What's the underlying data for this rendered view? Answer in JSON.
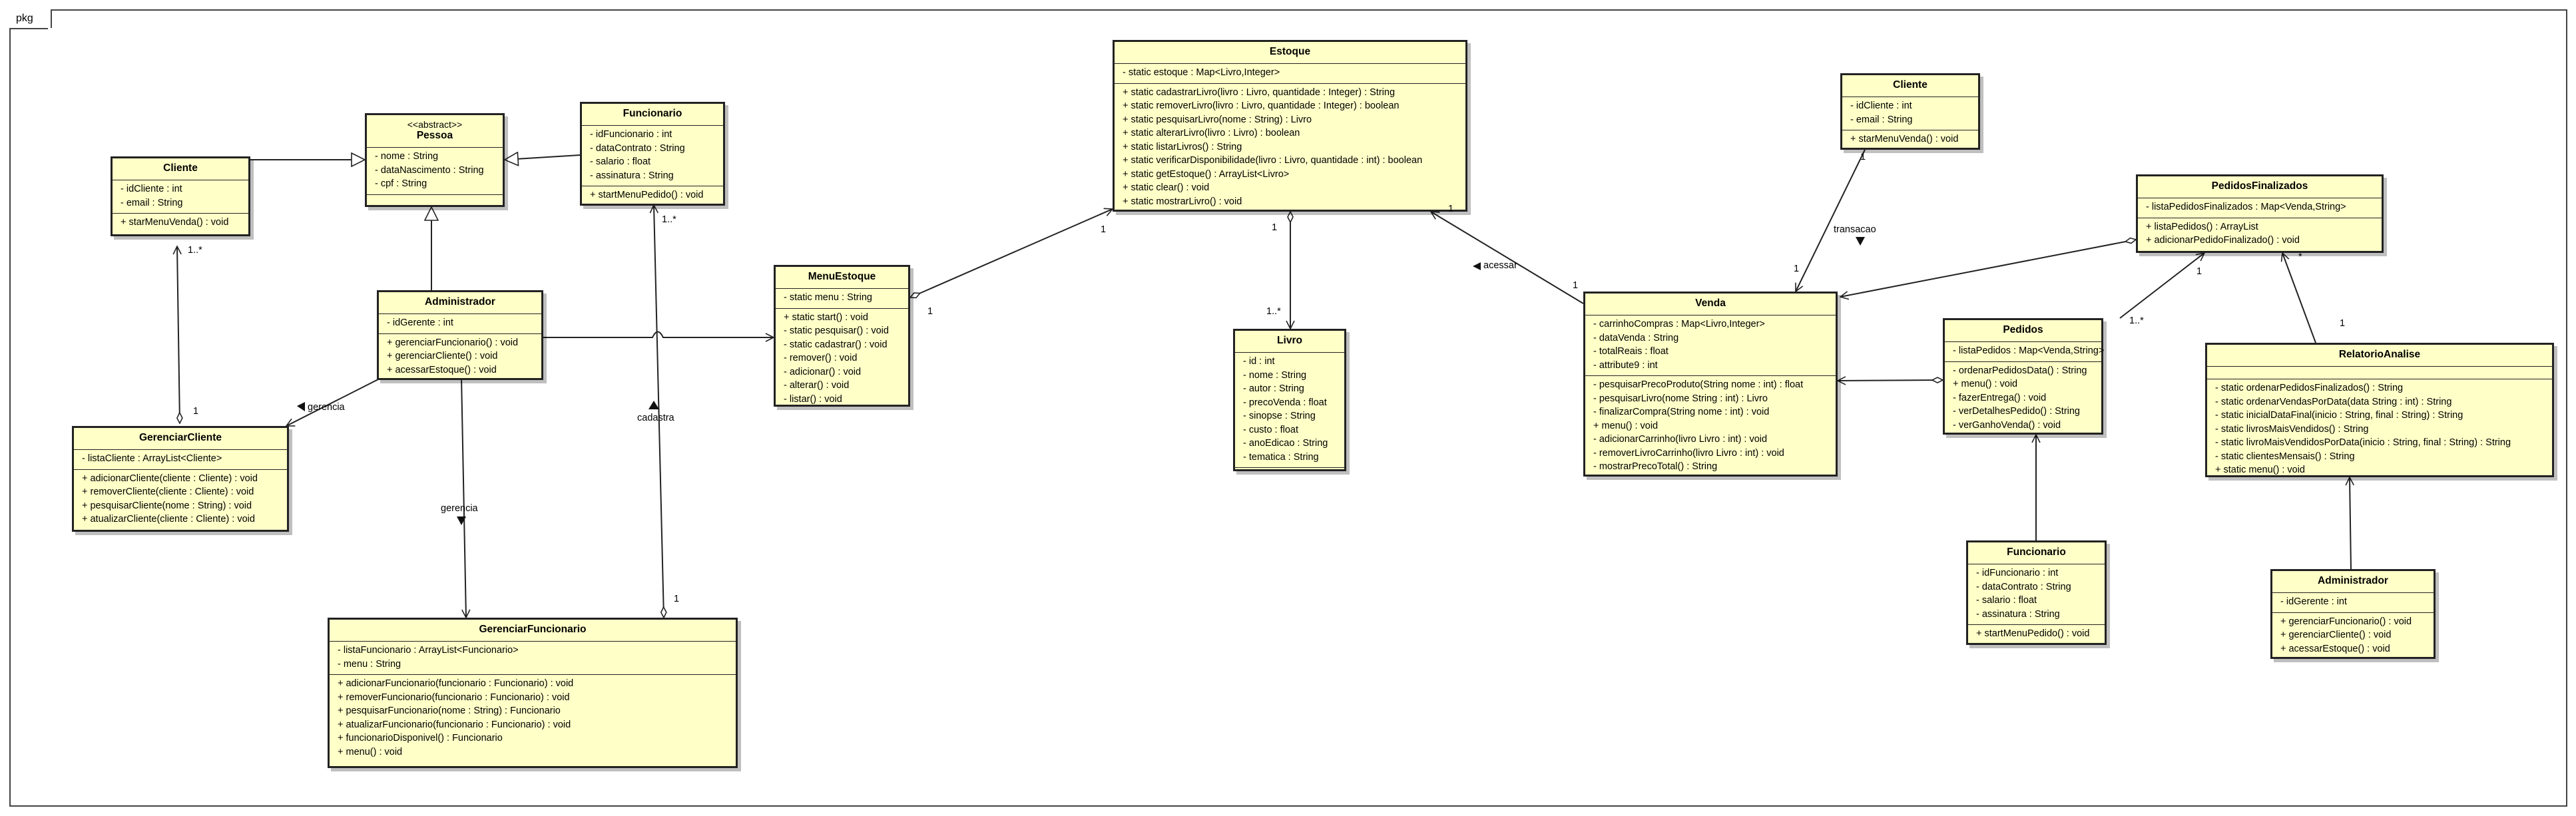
{
  "package": "pkg",
  "classes": {
    "pessoa": {
      "stereotype": "<<abstract>>",
      "name": "Pessoa",
      "attributes": [
        "- nome : String",
        "- dataNascimento : String",
        "- cpf : String"
      ],
      "methods": []
    },
    "cliente_left": {
      "name": "Cliente",
      "attributes": [
        "- idCliente : int",
        "- email : String"
      ],
      "methods": [
        "+ starMenuVenda() : void"
      ]
    },
    "funcionario_left": {
      "name": "Funcionario",
      "attributes": [
        "- idFuncionario : int",
        "- dataContrato : String",
        "- salario : float",
        "- assinatura : String"
      ],
      "methods": [
        "+ startMenuPedido() : void"
      ]
    },
    "administrador_left": {
      "name": "Administrador",
      "attributes": [
        "- idGerente : int"
      ],
      "methods": [
        "+ gerenciarFuncionario() : void",
        "+ gerenciarCliente() : void",
        "+ acessarEstoque() : void"
      ]
    },
    "gerenciar_cliente": {
      "name": "GerenciarCliente",
      "attributes": [
        "- listaCliente : ArrayList<Cliente>"
      ],
      "methods": [
        "+ adicionarCliente(cliente : Cliente) : void",
        "+ removerCliente(cliente : Cliente) : void",
        "+ pesquisarCliente(nome : String) : void",
        "+ atualizarCliente(cliente : Cliente) : void"
      ]
    },
    "gerenciar_funcionario": {
      "name": "GerenciarFuncionario",
      "attributes": [
        "- listaFuncionario : ArrayList<Funcionario>",
        "- menu : String"
      ],
      "methods": [
        "+ adicionarFuncionario(funcionario : Funcionario) : void",
        "+ removerFuncionario(funcionario : Funcionario) : void",
        "+ pesquisarFuncionario(nome : String) : Funcionario",
        "+ atualizarFuncionario(funcionario : Funcionario) : void",
        "+ funcionarioDisponivel() : Funcionario",
        "+ menu() : void"
      ]
    },
    "menu_estoque": {
      "name": "MenuEstoque",
      "attributes": [
        "- static menu : String"
      ],
      "methods": [
        "+ static start() : void",
        "- static pesquisar() : void",
        "- static cadastrar() : void",
        "- remover() : void",
        "- adicionar() : void",
        "- alterar() : void",
        "- listar() : void"
      ]
    },
    "estoque": {
      "name": "Estoque",
      "attributes": [
        "- static estoque : Map<Livro,Integer>"
      ],
      "methods": [
        "+ static cadastrarLivro(livro : Livro, quantidade : Integer) : String",
        "+ static removerLivro(livro : Livro, quantidade : Integer) : boolean",
        "+ static pesquisarLivro(nome : String) : Livro",
        "+ static alterarLivro(livro : Livro) : boolean",
        "+ static listarLivros() : String",
        "+ static verificarDisponibilidade(livro : Livro, quantidade : int) : boolean",
        "+ static getEstoque() : ArrayList<Livro>",
        "+ static clear() : void",
        "+ static mostrarLivro() : void"
      ]
    },
    "livro": {
      "name": "Livro",
      "attributes": [
        "- id : int",
        "- nome : String",
        "- autor : String",
        "- precoVenda : float",
        "- sinopse : String",
        "- custo : float",
        "- anoEdicao : String",
        "- tematica : String"
      ],
      "methods": []
    },
    "cliente_right": {
      "name": "Cliente",
      "attributes": [
        "- idCliente : int",
        "- email : String"
      ],
      "methods": [
        "+ starMenuVenda() : void"
      ]
    },
    "venda": {
      "name": "Venda",
      "attributes": [
        "- carrinhoCompras : Map<Livro,Integer>",
        "- dataVenda : String",
        "- totalReais : float",
        "- attribute9 : int"
      ],
      "methods": [
        "- pesquisarPrecoProduto(String nome : int) : float",
        "- pesquisarLivro(nome String : int) : Livro",
        "- finalizarCompra(String nome : int) : void",
        "+ menu() : void",
        "- adicionarCarrinho(livro Livro : int) : void",
        "- removerLivroCarrinho(livro Livro : int) : void",
        "- mostrarPrecoTotal() : String"
      ]
    },
    "pedidos_finalizados": {
      "name": "PedidosFinalizados",
      "attributes": [
        "- listaPedidosFinalizados : Map<Venda,String>"
      ],
      "methods": [
        "+ listaPedidos() : ArrayList",
        "+ adicionarPedidoFinalizado() : void"
      ]
    },
    "pedidos": {
      "name": "Pedidos",
      "attributes": [
        "- listaPedidos : Map<Venda,String>"
      ],
      "methods": [
        "- ordenarPedidosData() : String",
        "+ menu() : void",
        "- fazerEntrega() : void",
        "- verDetalhesPedido() : String",
        "- verGanhoVenda() : void"
      ]
    },
    "relatorio_analise": {
      "name": "RelatorioAnalise",
      "attributes": [],
      "methods": [
        "- static ordenarPedidosFinalizados() : String",
        "- static ordenarVendasPorData(data String : int) : String",
        "- static inicialDataFinal(inicio : String, final : String) : String",
        "- static livrosMaisVendidos() : String",
        "- static livroMaisVendidosPorData(inicio : String, final : String) : String",
        "- static clientesMensais() : String",
        "+ static menu() : void"
      ]
    },
    "funcionario_right": {
      "name": "Funcionario",
      "attributes": [
        "- idFuncionario : int",
        "- dataContrato : String",
        "- salario : float",
        "- assinatura : String"
      ],
      "methods": [
        "+ startMenuPedido() : void"
      ]
    },
    "administrador_right": {
      "name": "Administrador",
      "attributes": [
        "- idGerente : int"
      ],
      "methods": [
        "+ gerenciarFuncionario() : void",
        "+ gerenciarCliente() : void",
        "+ acessarEstoque() : void"
      ]
    }
  },
  "labels": {
    "gerencia_cliente": "gerencia",
    "gerencia_funcionario": "gerencia",
    "cadastra": "cadastra",
    "acessar": "acessar",
    "transacao": "transacao",
    "m_cliente_admin_1star": "1..*",
    "m_cliente_admin_1": "1",
    "m_func_1star": "1..*",
    "m_func_1": "1",
    "m_menu_1": "1",
    "m_estoque_1": "1",
    "m_estoque_livro_1": "1",
    "m_livro_1star": "1..*",
    "m_estoque_venda_1": "1",
    "m_venda_1": "1",
    "m_cliente_right_1": "1",
    "m_venda_cliente_1": "1",
    "m_pedidos_1star": "1..*",
    "m_pedfin_pedidos_1": "1",
    "m_pedfin_rel_star": "*",
    "m_rel_1": "1"
  }
}
